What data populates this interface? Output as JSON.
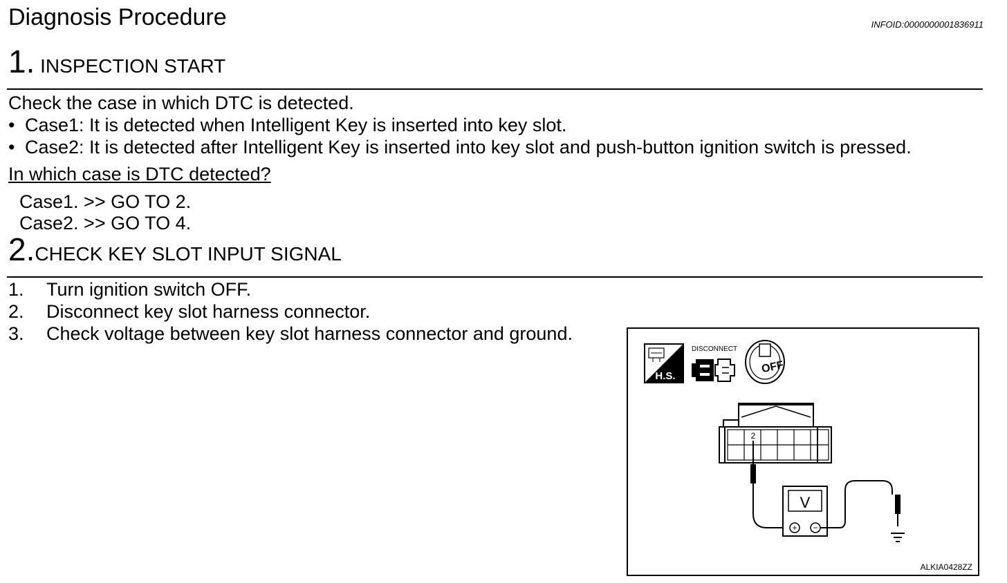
{
  "header": {
    "title": "Diagnosis Procedure",
    "info_id": "INFOID:0000000001836911"
  },
  "step1": {
    "number": "1.",
    "title": "INSPECTION START",
    "intro": "Check the case in which DTC is detected.",
    "bullet_char": "•",
    "bullets": [
      "Case1: It is detected when Intelligent Key is inserted into key slot.",
      "Case2: It is detected after Intelligent Key is inserted into key slot and push-button ignition switch is pressed."
    ],
    "question": "In which case is DTC detected?",
    "answers": [
      "Case1. >> GO TO 2.",
      "Case2. >> GO TO 4."
    ]
  },
  "step2": {
    "number": "2.",
    "title": "CHECK KEY SLOT INPUT SIGNAL",
    "items": [
      {
        "num": "1.",
        "text": "Turn ignition switch OFF."
      },
      {
        "num": "2.",
        "text": "Disconnect key slot harness connector."
      },
      {
        "num": "3.",
        "text": "Check voltage between key slot harness connector and ground."
      }
    ]
  },
  "figure": {
    "hs_label": "H.S.",
    "disconnect_label": "DISCONNECT",
    "off_label": "OFF",
    "terminal_label": "2",
    "meter_label": "V",
    "plus_symbol": "+",
    "minus_symbol": "−",
    "code": "ALKIA0428ZZ"
  }
}
